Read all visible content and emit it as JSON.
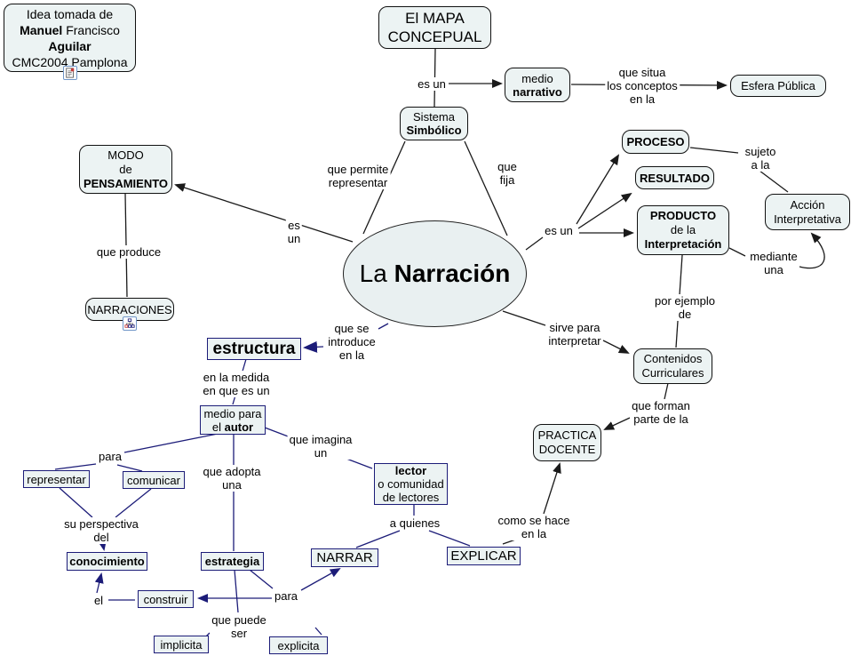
{
  "map_title": "El MAPA CONCEPUAL",
  "colors": {
    "accent_navy": "#1c1c78",
    "line_black": "#1a1a1a",
    "node_fill": "#ecf3f3",
    "ellipse_fill": "#e9f0f1",
    "icon_frame_blue": "#7096c8",
    "background": "#ffffff"
  },
  "nodes": [
    {
      "id": "idea",
      "lines": [
        [
          {
            "t": "Idea tomada de"
          }
        ],
        [
          {
            "t": "Manuel",
            "b": true
          },
          {
            "t": " Francisco"
          }
        ],
        [
          {
            "t": "Aguilar",
            "b": true
          }
        ],
        [
          {
            "t": "CMC2004 Pamplona"
          }
        ]
      ],
      "icon": "document-resource-icon"
    },
    {
      "id": "mapa",
      "lines": [
        [
          {
            "t": "El MAPA"
          }
        ],
        [
          {
            "t": "CONCEPUAL"
          }
        ]
      ]
    },
    {
      "id": "medio-narrativo",
      "lines": [
        [
          {
            "t": "medio"
          }
        ],
        [
          {
            "t": "narrativo",
            "b": true
          }
        ]
      ]
    },
    {
      "id": "esfera-publica",
      "lines": [
        [
          {
            "t": "Esfera Pública"
          }
        ]
      ]
    },
    {
      "id": "sistema-simbolico",
      "lines": [
        [
          {
            "t": "Sistema"
          }
        ],
        [
          {
            "t": "Simbólico",
            "b": true
          }
        ]
      ]
    },
    {
      "id": "proceso",
      "lines": [
        [
          {
            "t": "PROCESO",
            "b": true
          }
        ]
      ]
    },
    {
      "id": "resultado",
      "lines": [
        [
          {
            "t": "RESULTADO",
            "b": true
          }
        ]
      ]
    },
    {
      "id": "producto",
      "lines": [
        [
          {
            "t": "PRODUCTO",
            "b": true
          }
        ],
        [
          {
            "t": "de la"
          }
        ],
        [
          {
            "t": "Interpretación",
            "b": true
          }
        ]
      ]
    },
    {
      "id": "accion-interpretativa",
      "lines": [
        [
          {
            "t": "Acción"
          }
        ],
        [
          {
            "t": "Interpretativa"
          }
        ]
      ]
    },
    {
      "id": "modo-pensamiento",
      "lines": [
        [
          {
            "t": "MODO"
          }
        ],
        [
          {
            "t": "de"
          }
        ],
        [
          {
            "t": "PENSAMIENTO",
            "b": true
          }
        ]
      ]
    },
    {
      "id": "narraciones",
      "lines": [
        [
          {
            "t": "NARRACIONES"
          }
        ]
      ],
      "icon": "cmap-resource-icon"
    },
    {
      "id": "la-narracion",
      "lines": [
        [
          {
            "t": "La "
          },
          {
            "t": "Narración",
            "b": true
          }
        ]
      ]
    },
    {
      "id": "estructura",
      "lines": [
        [
          {
            "t": "estructura",
            "b": true
          }
        ]
      ]
    },
    {
      "id": "medio-autor",
      "lines": [
        [
          {
            "t": "medio para"
          }
        ],
        [
          {
            "t": "el "
          },
          {
            "t": "autor",
            "b": true
          }
        ]
      ]
    },
    {
      "id": "representar",
      "lines": [
        [
          {
            "t": "representar"
          }
        ]
      ]
    },
    {
      "id": "comunicar",
      "lines": [
        [
          {
            "t": "comunicar"
          }
        ]
      ]
    },
    {
      "id": "conocimiento",
      "lines": [
        [
          {
            "t": "conocimiento",
            "b": true
          }
        ]
      ]
    },
    {
      "id": "estrategia",
      "lines": [
        [
          {
            "t": "estrategia",
            "b": true
          }
        ]
      ]
    },
    {
      "id": "lector",
      "lines": [
        [
          {
            "t": "lector",
            "b": true
          }
        ],
        [
          {
            "t": "o comunidad"
          }
        ],
        [
          {
            "t": "de lectores"
          }
        ]
      ]
    },
    {
      "id": "narrar",
      "lines": [
        [
          {
            "t": "NARRAR"
          }
        ]
      ]
    },
    {
      "id": "explicar",
      "lines": [
        [
          {
            "t": "EXPLICAR"
          }
        ]
      ]
    },
    {
      "id": "practica-docente",
      "lines": [
        [
          {
            "t": "PRACTICA"
          }
        ],
        [
          {
            "t": "DOCENTE"
          }
        ]
      ]
    },
    {
      "id": "contenidos-curriculares",
      "lines": [
        [
          {
            "t": "Contenidos"
          }
        ],
        [
          {
            "t": "Curriculares"
          }
        ]
      ]
    },
    {
      "id": "construir",
      "lines": [
        [
          {
            "t": "construir"
          }
        ]
      ]
    },
    {
      "id": "implicita",
      "lines": [
        [
          {
            "t": "implicita"
          }
        ]
      ]
    },
    {
      "id": "explicita",
      "lines": [
        [
          {
            "t": "explicita"
          }
        ]
      ]
    }
  ],
  "labels": [
    {
      "id": "es-un-top",
      "lines": [
        "es un"
      ]
    },
    {
      "id": "que-situa",
      "lines": [
        "que situa",
        "los conceptos",
        "en la"
      ]
    },
    {
      "id": "que-permite",
      "lines": [
        "que permite",
        "representar"
      ]
    },
    {
      "id": "que-fija",
      "lines": [
        "que",
        "fija"
      ]
    },
    {
      "id": "sujeto-a-la",
      "lines": [
        "sujeto",
        "a la"
      ]
    },
    {
      "id": "es-un-right",
      "lines": [
        "es un"
      ]
    },
    {
      "id": "mediante-una",
      "lines": [
        "mediante",
        "una"
      ]
    },
    {
      "id": "es-un-left",
      "lines": [
        "es",
        "un"
      ]
    },
    {
      "id": "que-produce",
      "lines": [
        "que produce"
      ]
    },
    {
      "id": "que-se-introduce",
      "lines": [
        "que se",
        "introduce",
        "en la"
      ]
    },
    {
      "id": "en-la-medida",
      "lines": [
        "en la medida",
        "en que es un"
      ]
    },
    {
      "id": "para-upper",
      "lines": [
        "para"
      ]
    },
    {
      "id": "que-adopta",
      "lines": [
        "que adopta",
        "una"
      ]
    },
    {
      "id": "que-imagina",
      "lines": [
        "que imagina",
        "un"
      ]
    },
    {
      "id": "su-perspectiva",
      "lines": [
        "su perspectiva",
        "del"
      ]
    },
    {
      "id": "a-quienes",
      "lines": [
        "a quienes"
      ]
    },
    {
      "id": "como-se-hace",
      "lines": [
        "como se hace",
        "en la"
      ]
    },
    {
      "id": "sirve-para",
      "lines": [
        "sirve para",
        "interpretar"
      ]
    },
    {
      "id": "por-ejemplo",
      "lines": [
        "por ejemplo",
        "de"
      ]
    },
    {
      "id": "que-forman",
      "lines": [
        "que forman",
        "parte de la"
      ]
    },
    {
      "id": "el",
      "lines": [
        "el"
      ]
    },
    {
      "id": "para-lower",
      "lines": [
        "para"
      ]
    },
    {
      "id": "que-puede-ser",
      "lines": [
        "que puede",
        "ser"
      ]
    }
  ]
}
